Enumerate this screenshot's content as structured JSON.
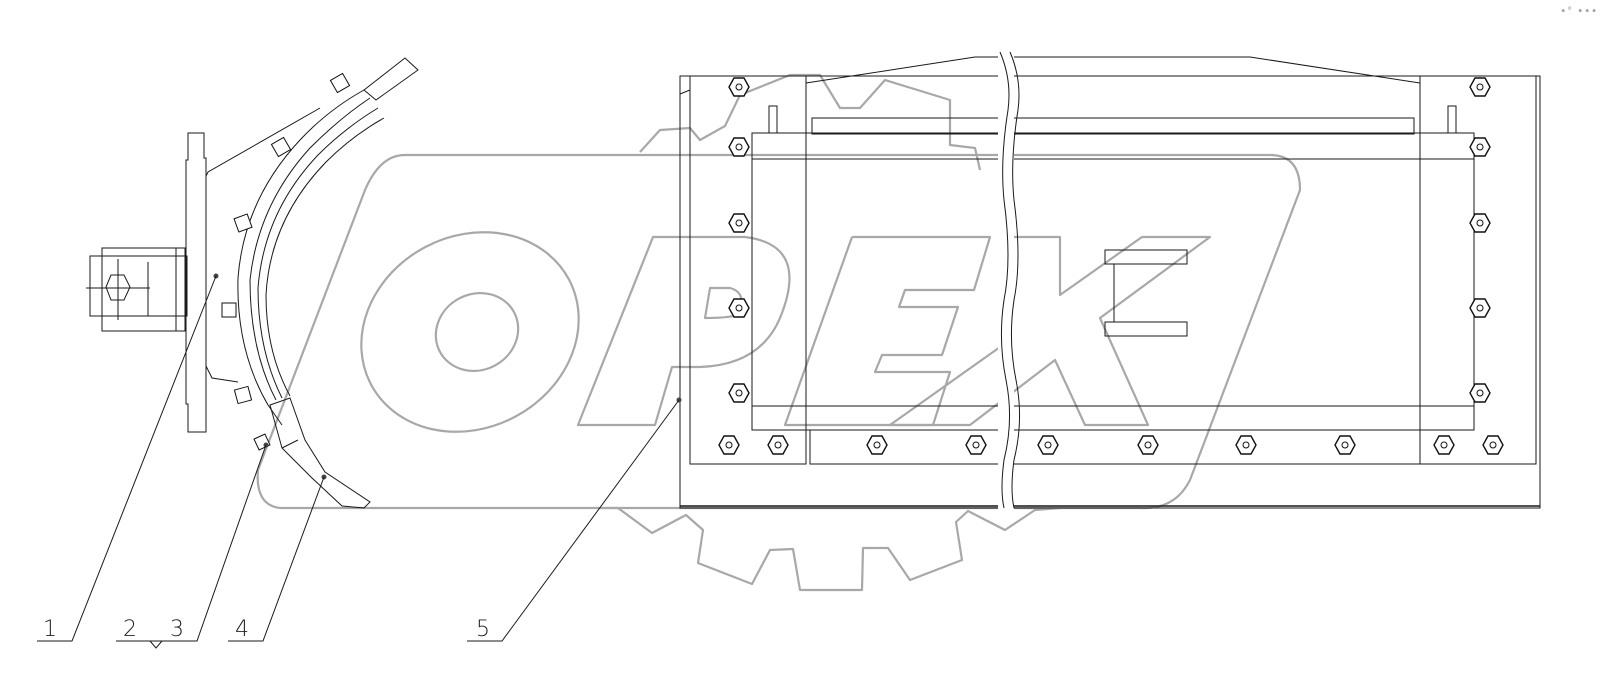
{
  "watermark": {
    "text": "OPEX",
    "color": "#a8a8a8"
  },
  "corner_mark": "•° •••",
  "callouts": [
    {
      "id": "1",
      "label": "1",
      "target": "mounting-plate"
    },
    {
      "id": "2",
      "label": "2",
      "target": "fastener-set"
    },
    {
      "id": "3",
      "label": "3",
      "target": "fastener-set"
    },
    {
      "id": "4",
      "label": "4",
      "target": "scraper-blade"
    },
    {
      "id": "5",
      "label": "5",
      "target": "housing-frame"
    }
  ],
  "colors": {
    "line": "#1a1a1a",
    "watermark": "#a8a8a8",
    "background": "#ffffff"
  }
}
